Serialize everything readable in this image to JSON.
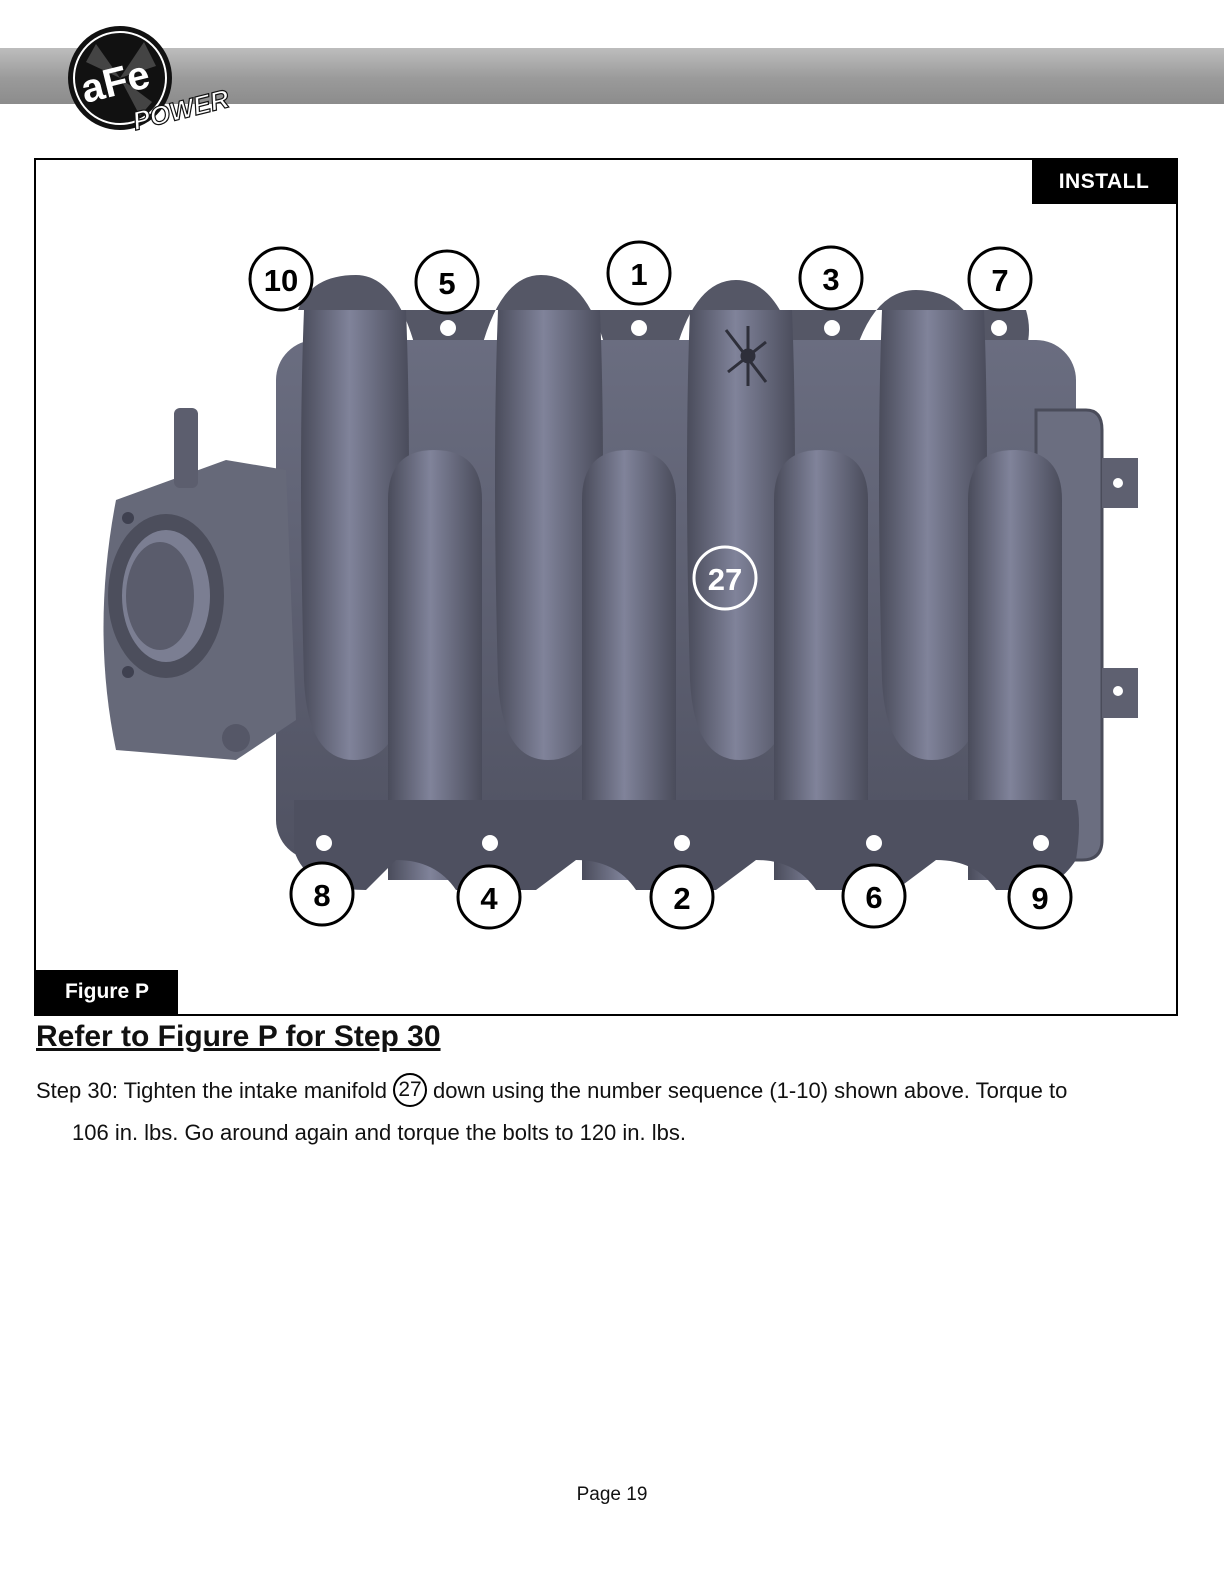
{
  "header": {
    "logo_text_main": "aFe",
    "logo_text_sub": "POWER"
  },
  "figure": {
    "section_tag": "INSTALL",
    "caption": "Figure P",
    "callouts": {
      "c10": "10",
      "c5": "5",
      "c1": "1",
      "c3": "3",
      "c7": "7",
      "c8": "8",
      "c4": "4",
      "c2": "2",
      "c6": "6",
      "c9": "9",
      "c27": "27"
    }
  },
  "content": {
    "heading": "Refer to Figure P for Step 30",
    "step_part1": "Step 30: Tighten the intake manifold",
    "step_ref": "27",
    "step_part2": "down using the number sequence (1-10) shown above. Torque to",
    "step_line2": "106 in. lbs. Go around again and torque the bolts to 120 in. lbs."
  },
  "footer": {
    "page": "Page 19"
  },
  "colors": {
    "manifold": "#5e6070",
    "manifold_dark": "#484a58",
    "manifold_light": "#80839a",
    "tag_bg": "#000000"
  }
}
